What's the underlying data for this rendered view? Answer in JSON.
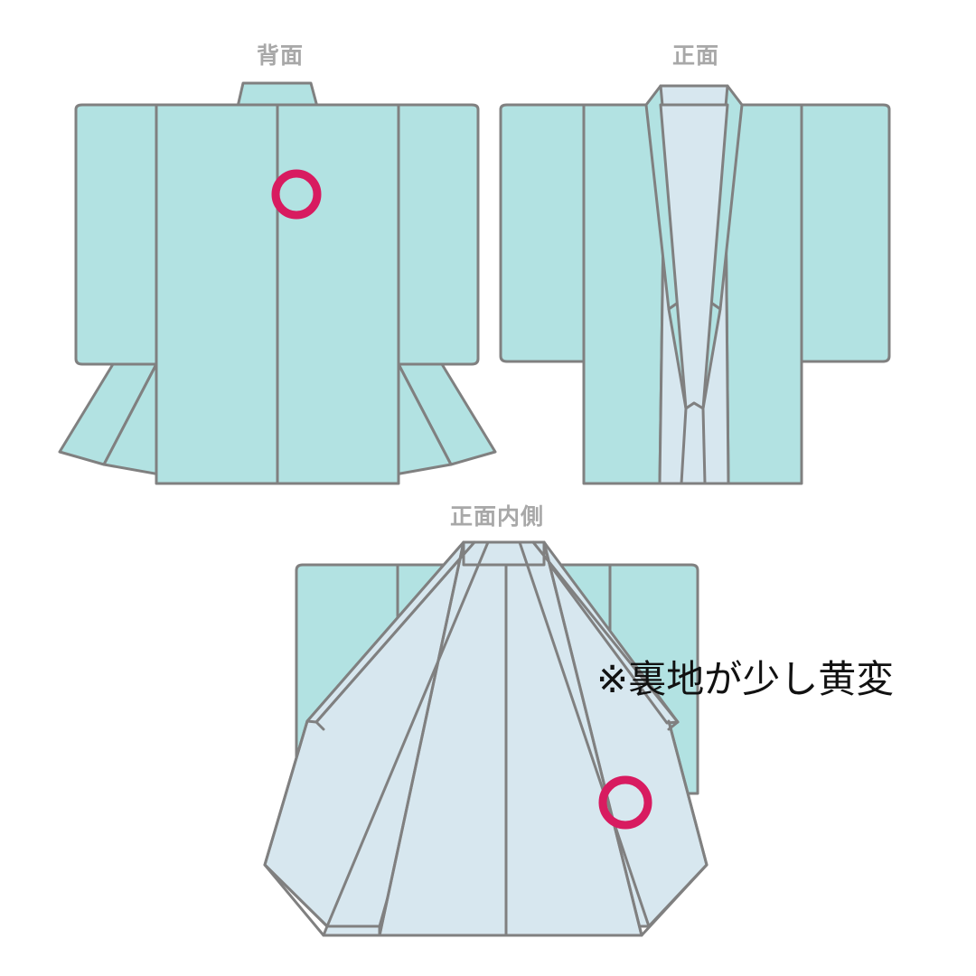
{
  "views": {
    "back": {
      "caption": "背面"
    },
    "front": {
      "caption": "正面"
    },
    "inner": {
      "caption": "正面内側"
    }
  },
  "annotations": {
    "lining_note": "※裏地が少し黄変"
  },
  "markers": [
    {
      "id": "marker-back",
      "view": "背面",
      "shape": "circle",
      "meaning": "condition-mark"
    },
    {
      "id": "marker-inner",
      "view": "正面内側",
      "shape": "circle",
      "meaning": "condition-mark"
    }
  ],
  "colors": {
    "background": "#ffffff",
    "outer_fabric": "#b2e2e2",
    "lining_fabric": "#d7e7ef",
    "outline": "#808080",
    "caption_text": "#a8a8a8",
    "note_text": "#111111",
    "marker": "#d81b60"
  },
  "icons": {
    "marker_circle": "circle-outline-icon",
    "note_prefix": "reference-mark-icon"
  }
}
